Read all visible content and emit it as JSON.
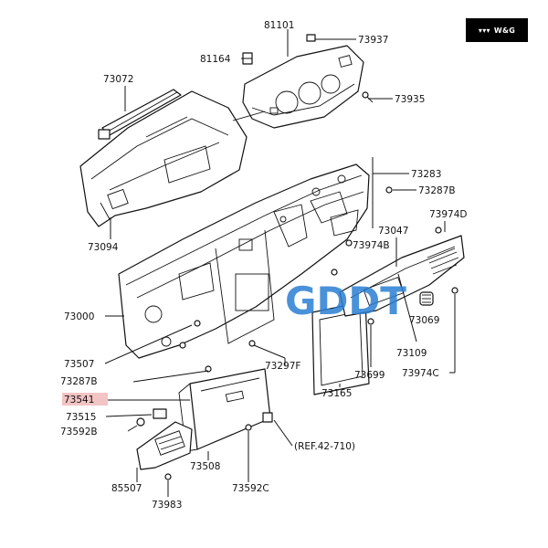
{
  "brand": {
    "badge_text": "W&G",
    "watermark": "GDDT"
  },
  "highlight_color": "#f3c4c4",
  "labels": {
    "p81101": "81101",
    "p73937": "73937",
    "p81164": "81164",
    "p73935": "73935",
    "p73072": "73072",
    "p73094": "73094",
    "p73283": "73283",
    "p73287B_top": "73287B",
    "p73047": "73047",
    "p73974D": "73974D",
    "p73974B": "73974B",
    "p73000": "73000",
    "p73069": "73069",
    "p73507": "73507",
    "p73109": "73109",
    "p73297F": "73297F",
    "p73287B": "73287B",
    "p73699": "73699",
    "p73974C": "73974C",
    "p73541": "73541",
    "p73165": "73165",
    "p73515": "73515",
    "p73592B": "73592B",
    "ref": "(REF.42-710)",
    "p73508": "73508",
    "p85507": "85507",
    "p73592C": "73592C",
    "p73983": "73983"
  }
}
